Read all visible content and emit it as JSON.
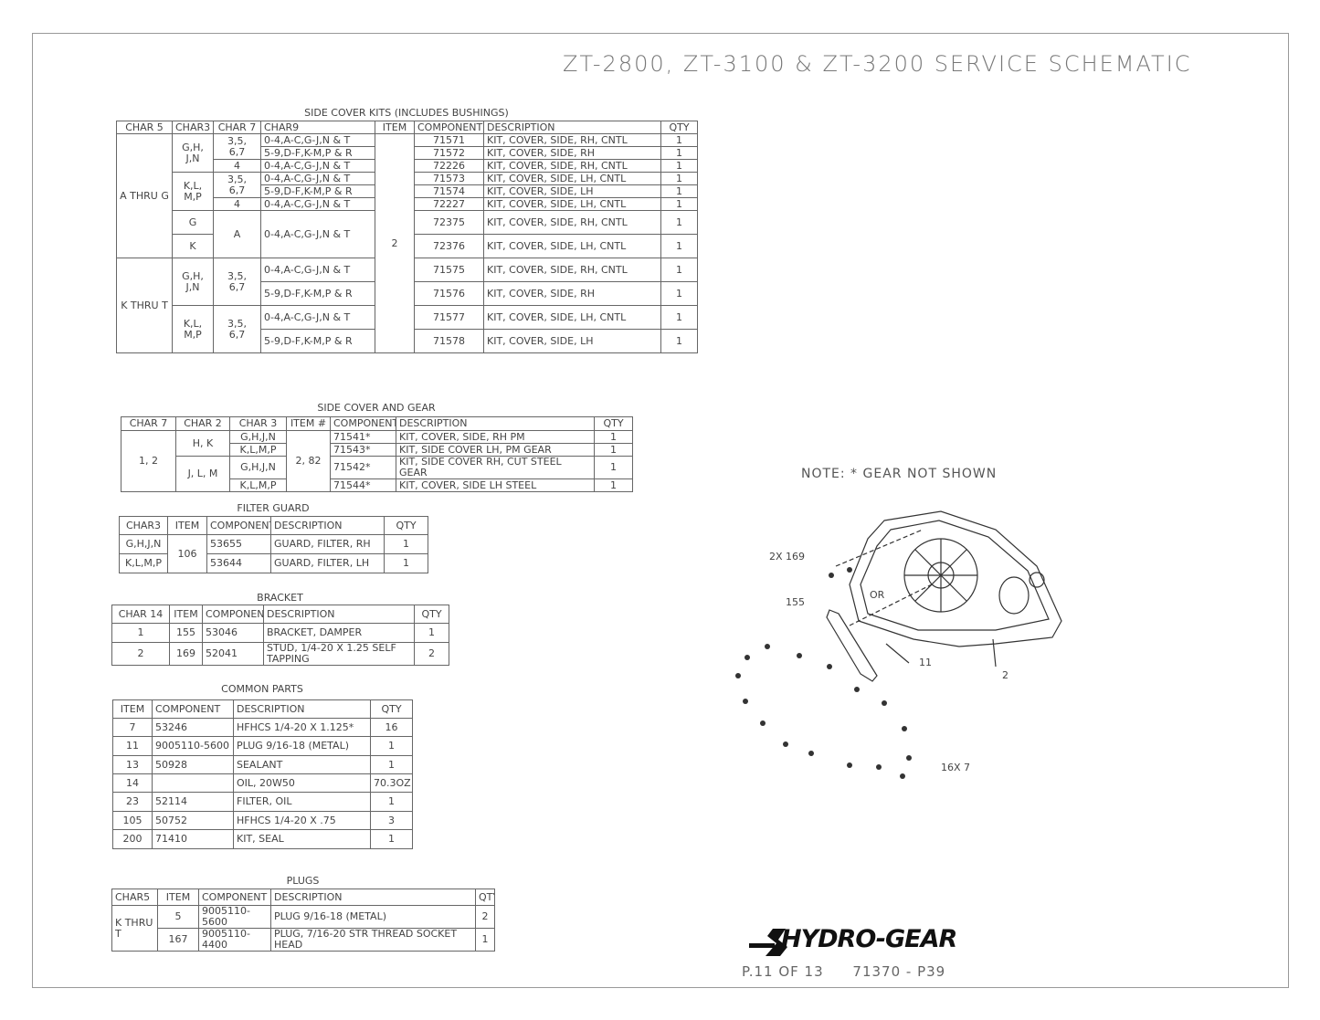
{
  "title": "ZT-2800, ZT-3100 & ZT-3200 SERVICE SCHEMATIC",
  "note": "NOTE: * GEAR NOT SHOWN",
  "callouts": {
    "stud": "2X 169",
    "bracket": "155",
    "or": "OR",
    "plug": "11",
    "cover": "2",
    "bolts": "16X 7"
  },
  "logo": "HYDRO-GEAR",
  "footer": {
    "page": "P.11 OF 13",
    "doc": "71370 - P39"
  },
  "tables": [
    {
      "title": "SIDE COVER KITS (INCLUDES BUSHINGS)",
      "headers": [
        "CHAR 5",
        "CHAR3",
        "CHAR 7",
        "CHAR9",
        "ITEM",
        "COMPONENT",
        "DESCRIPTION",
        "QTY"
      ],
      "rows": [
        [
          "A THRU G",
          "G,H,\nJ,N",
          "3,5,\n6,7",
          "0-4,A-C,G-J,N & T",
          "2",
          "71571",
          "KIT, COVER, SIDE, RH, CNTL",
          "1"
        ],
        [
          null,
          null,
          null,
          "5-9,D-F,K-M,P & R",
          null,
          "71572",
          "KIT, COVER, SIDE, RH",
          "1"
        ],
        [
          null,
          null,
          "4",
          "0-4,A-C,G-J,N & T",
          null,
          "72226",
          "KIT, COVER, SIDE, RH, CNTL",
          "1"
        ],
        [
          null,
          "K,L,\nM,P",
          "3,5,\n6,7",
          "0-4,A-C,G-J,N & T",
          null,
          "71573",
          "KIT, COVER, SIDE, LH, CNTL",
          "1"
        ],
        [
          null,
          null,
          null,
          "5-9,D-F,K-M,P & R",
          null,
          "71574",
          "KIT, COVER, SIDE, LH",
          "1"
        ],
        [
          null,
          null,
          "4",
          "0-4,A-C,G-J,N & T",
          null,
          "72227",
          "KIT, COVER, SIDE, LH, CNTL",
          "1"
        ],
        [
          null,
          "G",
          "A",
          "0-4,A-C,G-J,N & T",
          null,
          "72375",
          "KIT, COVER, SIDE, RH, CNTL",
          "1"
        ],
        [
          null,
          "K",
          null,
          null,
          null,
          "72376",
          "KIT, COVER, SIDE, LH, CNTL",
          "1"
        ],
        [
          "K THRU T",
          "G,H,\nJ,N",
          "3,5,\n6,7",
          "0-4,A-C,G-J,N & T",
          null,
          "71575",
          "KIT, COVER, SIDE, RH, CNTL",
          "1"
        ],
        [
          null,
          null,
          null,
          "5-9,D-F,K-M,P & R",
          null,
          "71576",
          "KIT, COVER, SIDE, RH",
          "1"
        ],
        [
          null,
          "K,L,\nM,P",
          "3,5,\n6,7",
          "0-4,A-C,G-J,N & T",
          null,
          "71577",
          "KIT, COVER, SIDE, LH, CNTL",
          "1"
        ],
        [
          null,
          null,
          null,
          "5-9,D-F,K-M,P & R",
          null,
          "71578",
          "KIT, COVER, SIDE, LH",
          "1"
        ]
      ]
    },
    {
      "title": "SIDE COVER AND GEAR",
      "headers": [
        "CHAR 7",
        "CHAR 2",
        "CHAR 3",
        "ITEM #",
        "COMPONENT",
        "DESCRIPTION",
        "QTY"
      ],
      "rows": [
        [
          "1, 2",
          "H, K",
          "G,H,J,N",
          "2, 82",
          "71541*",
          "KIT, COVER, SIDE, RH PM",
          "1"
        ],
        [
          null,
          null,
          "K,L,M,P",
          null,
          "71543*",
          "KIT, SIDE COVER LH, PM GEAR",
          "1"
        ],
        [
          null,
          "J, L, M",
          "G,H,J,N",
          null,
          "71542*",
          "KIT, SIDE COVER RH, CUT STEEL GEAR",
          "1"
        ],
        [
          null,
          null,
          "K,L,M,P",
          null,
          "71544*",
          "KIT, COVER, SIDE LH STEEL",
          "1"
        ]
      ]
    },
    {
      "title": "FILTER GUARD",
      "headers": [
        "CHAR3",
        "ITEM",
        "COMPONENT",
        "DESCRIPTION",
        "QTY"
      ],
      "rows": [
        [
          "G,H,J,N",
          "106",
          "53655",
          "GUARD, FILTER, RH",
          "1"
        ],
        [
          "K,L,M,P",
          null,
          "53644",
          "GUARD, FILTER, LH",
          "1"
        ]
      ]
    },
    {
      "title": "BRACKET",
      "headers": [
        "CHAR 14",
        "ITEM",
        "COMPONENT",
        "DESCRIPTION",
        "QTY"
      ],
      "rows": [
        [
          "1",
          "155",
          "53046",
          "BRACKET, DAMPER",
          "1"
        ],
        [
          "2",
          "169",
          "52041",
          "STUD, 1/4-20 X 1.25 SELF TAPPING",
          "2"
        ]
      ]
    },
    {
      "title": "COMMON PARTS",
      "headers": [
        "ITEM",
        "COMPONENT",
        "DESCRIPTION",
        "QTY"
      ],
      "rows": [
        [
          "7",
          "53246",
          "HFHCS 1/4-20 X 1.125*",
          "16"
        ],
        [
          "11",
          "9005110-5600",
          "PLUG 9/16-18 (METAL)",
          "1"
        ],
        [
          "13",
          "50928",
          "SEALANT",
          "1"
        ],
        [
          "14",
          "",
          "OIL, 20W50",
          "70.3OZ"
        ],
        [
          "23",
          "52114",
          "FILTER, OIL",
          "1"
        ],
        [
          "105",
          "50752",
          "HFHCS 1/4-20 X .75",
          "3"
        ],
        [
          "200",
          "71410",
          "KIT, SEAL",
          "1"
        ]
      ]
    },
    {
      "title": "PLUGS",
      "headers": [
        "CHAR5",
        "ITEM",
        "COMPONENT",
        "DESCRIPTION",
        "QTY"
      ],
      "rows": [
        [
          "K THRU T",
          "5",
          "9005110-5600",
          "PLUG 9/16-18 (METAL)",
          "2"
        ],
        [
          null,
          "167",
          "9005110-4400",
          "PLUG, 7/16-20 STR THREAD SOCKET HEAD",
          "1"
        ]
      ]
    }
  ]
}
